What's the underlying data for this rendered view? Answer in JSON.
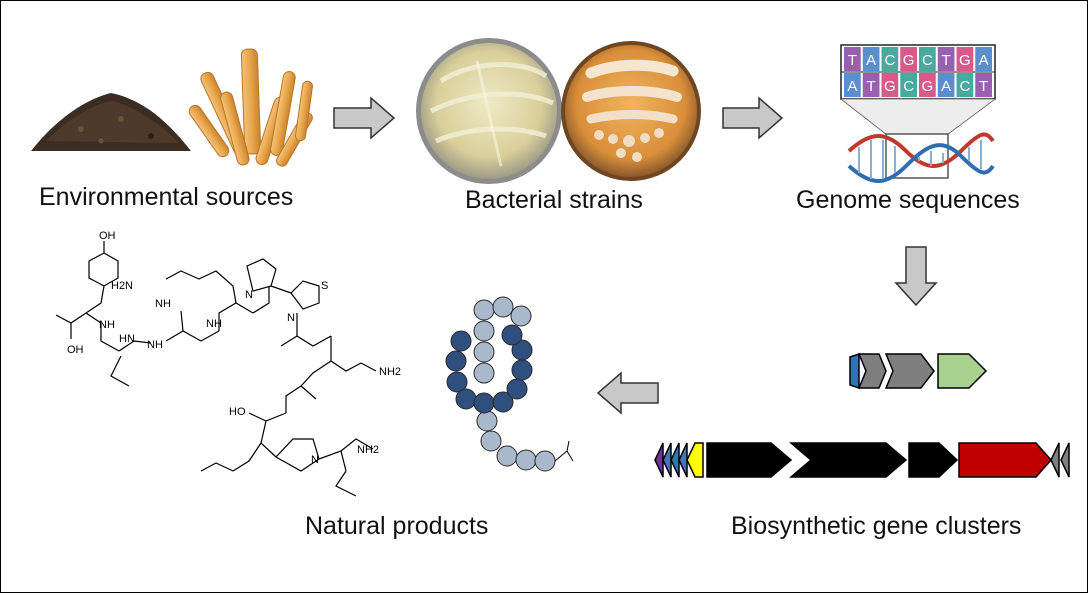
{
  "labels": {
    "environmental_sources": "Environmental sources",
    "bacterial_strains": "Bacterial strains",
    "genome_sequences": "Genome sequences",
    "biosynthetic_gene_clusters": "Biosynthetic gene clusters",
    "natural_products": "Natural products"
  },
  "dna": {
    "top_strand": [
      "T",
      "A",
      "C",
      "G",
      "C",
      "T",
      "G",
      "A"
    ],
    "bottom_strand": [
      "A",
      "T",
      "G",
      "C",
      "G",
      "A",
      "C",
      "T"
    ],
    "base_colors": {
      "A": "#5a8fcf",
      "T": "#9b5fb0",
      "C": "#49a8a0",
      "G": "#d65b8a"
    }
  },
  "molecule_atoms": {
    "oh_top": "OH",
    "h2n": "H2N",
    "nh_guan": "NH",
    "hn": "HN",
    "nh_a": "NH",
    "nh_b": "NH",
    "nh_c": "NH",
    "n_pro": "N",
    "n_thz": "N",
    "s_thz": "S",
    "oh_acid": "OH",
    "nh2_amide": "NH2",
    "ho": "HO",
    "nh2_val": "NH2",
    "n_pyr": "N"
  },
  "colors": {
    "arrow_fill": "#c8c8c8",
    "gene_black": "#000000",
    "gene_red": "#c00000",
    "gene_green": "#a9d18e",
    "gene_gray": "#7f7f7f",
    "gene_blue": "#2e75b6",
    "bead_dark": "#2f4f7f",
    "bead_light": "#aab8cc"
  }
}
